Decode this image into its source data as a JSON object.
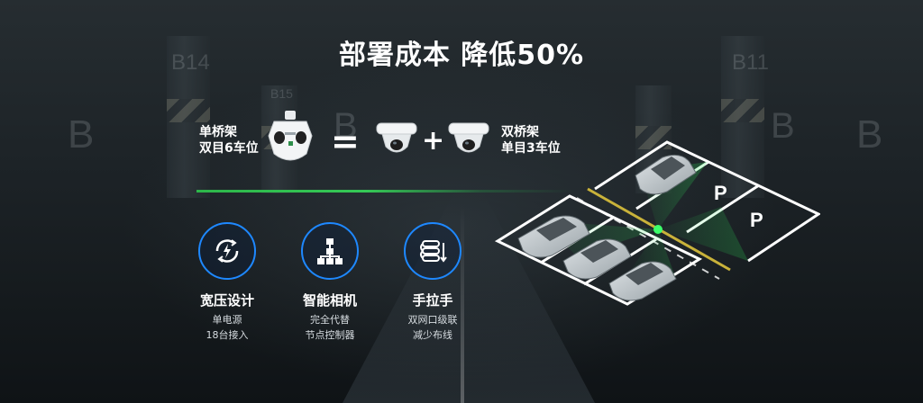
{
  "title": "部署成本 降低50%",
  "background": {
    "pillar_labels": [
      "B14",
      "B15",
      "B",
      "B",
      "B11",
      "B",
      "B"
    ]
  },
  "left_label": {
    "line1": "单桥架",
    "line2": "双目6车位"
  },
  "right_label": {
    "line1": "双桥架",
    "line2": "单目3车位"
  },
  "equals": "=",
  "plus": "+",
  "features": [
    {
      "icon": "wide-voltage-icon",
      "title": "宽压设计",
      "line1": "单电源",
      "line2": "18台接入"
    },
    {
      "icon": "network-topology-icon",
      "title": "智能相机",
      "line1": "完全代替",
      "line2": "节点控制器"
    },
    {
      "icon": "daisy-chain-icon",
      "title": "手拉手",
      "line1": "双网口级联",
      "line2": "减少布线"
    }
  ],
  "parking_marks": [
    "P",
    "P"
  ],
  "colors": {
    "accent_green": "#35c956",
    "ring_blue": "#1e88ff",
    "lane_yellow": "#c9b23a"
  }
}
